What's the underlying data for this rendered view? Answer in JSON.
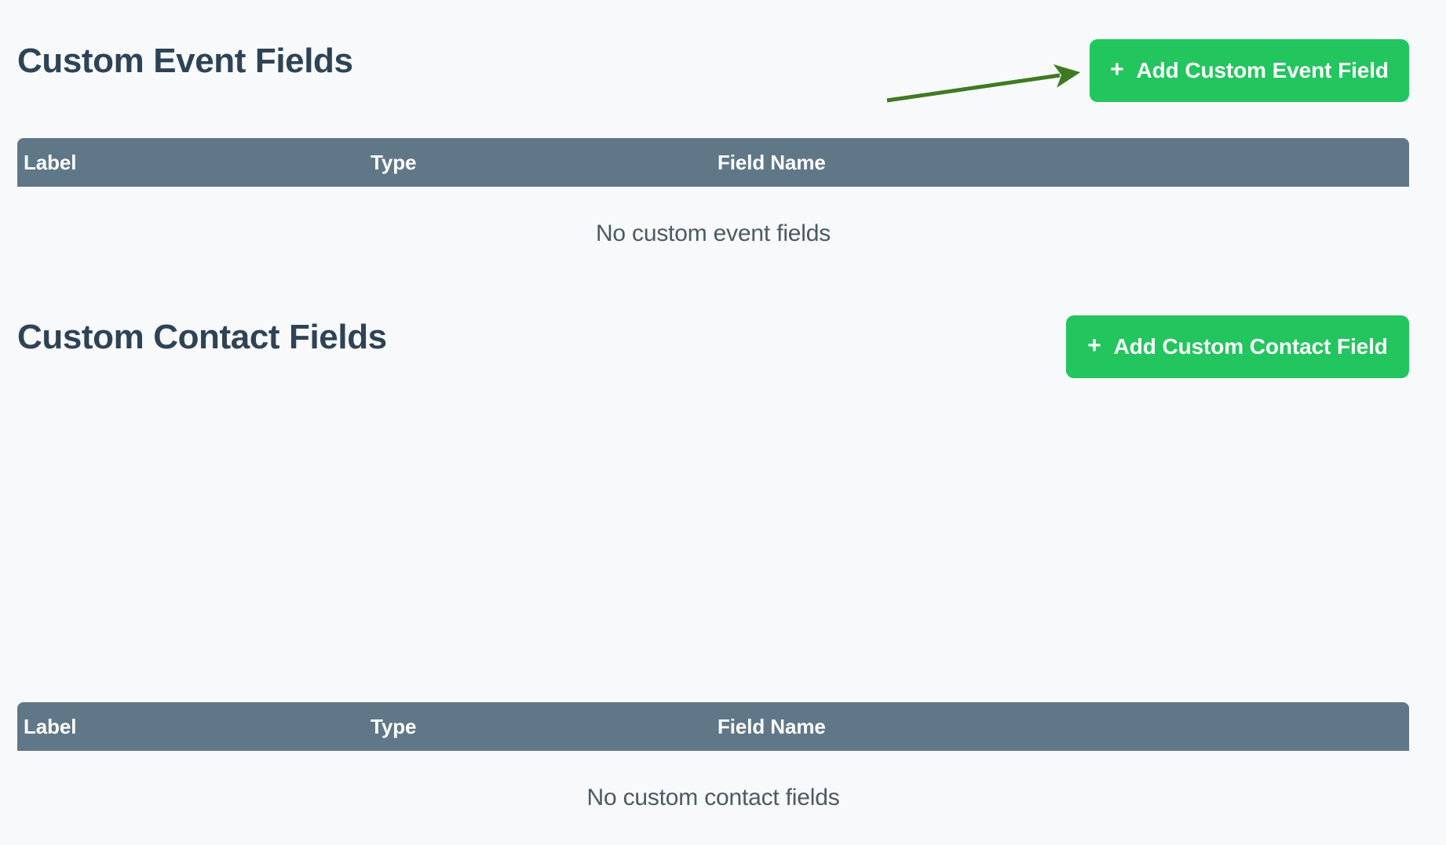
{
  "theme": {
    "background": "#f8f9fa",
    "heading_color": "#2e4355",
    "accent_green": "#22c55e",
    "table_header_bg": "#5f7787",
    "empty_text_color": "#4b5a63",
    "annotation_arrow_color": "#3f7a23"
  },
  "sections": [
    {
      "id": "event",
      "title": "Custom Event Fields",
      "add_button": {
        "plus_icon": "+",
        "label": "Add Custom Event Field"
      },
      "table": {
        "columns": [
          "Label",
          "Type",
          "Field Name"
        ],
        "rows": [],
        "empty_message": "No custom event fields"
      }
    },
    {
      "id": "contact",
      "title": "Custom Contact Fields",
      "add_button": {
        "plus_icon": "+",
        "label": "Add Custom Contact Field"
      },
      "table": {
        "columns": [
          "Label",
          "Type",
          "Field Name"
        ],
        "rows": [],
        "empty_message": "No custom contact fields"
      }
    }
  ],
  "annotation": {
    "type": "arrow",
    "points_to": "Add Custom Event Field",
    "color": "#3f7a23"
  }
}
